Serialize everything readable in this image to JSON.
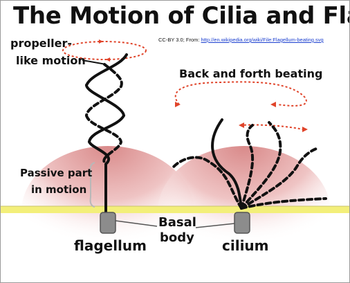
{
  "title": "The Motion of Cilia and Flagella",
  "credit": {
    "prefix": "CC-BY 3.0; From: ",
    "link_text": "http://en.wikipedia.org/wiki/File:Flagellum-beating.svg"
  },
  "labels": {
    "propeller_line1": "propeller-",
    "propeller_line2": "like motion",
    "back_and_forth": "Back and forth beating",
    "passive_line1": "Passive part",
    "passive_line2": "in motion",
    "basal_line1": "Basal",
    "basal_line2": "body",
    "flagellum": "flagellum",
    "cilium": "cilium"
  },
  "colors": {
    "membrane": "#f3ef7a",
    "cell_glow": "#e8a8a8",
    "basal_body": "#8c8c8c",
    "motion_arrow": "#e0442a",
    "structure": "#111111"
  }
}
